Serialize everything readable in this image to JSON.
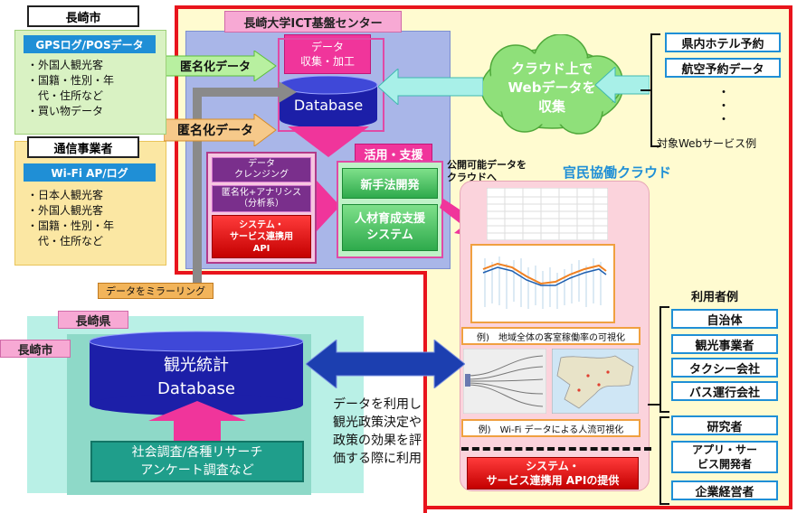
{
  "nagasaki_city_top": {
    "title": "長崎市",
    "header": "GPSログ/POSデータ",
    "items": [
      "・外国人観光客",
      "・国籍・性別・年",
      "　代・住所など",
      "・買い物データ"
    ]
  },
  "carrier": {
    "title": "通信事業者",
    "header": "Wi-Fi AP/ログ",
    "items": [
      "・日本人観光客",
      "・外国人観光客",
      "・国籍・性別・年",
      "　代・住所など"
    ]
  },
  "ict_center": {
    "title": "長崎大学ICT基盤センター",
    "collect": [
      "データ",
      "収集・加工"
    ],
    "database": "Database",
    "utilize": "活用・支援",
    "cleansing": [
      "データ",
      "クレンジング"
    ],
    "anon_analysis": [
      "匿名化+アナリシス",
      "（分析系）"
    ],
    "system_api": [
      "システム・",
      "サービス連携用",
      "API"
    ],
    "new_method": "新手法開発",
    "hr_support": [
      "人材育成支援",
      "システム"
    ]
  },
  "arrows": {
    "anon1": "匿名化データ",
    "anon2": "匿名化データ",
    "mirroring": "データをミラーリング",
    "public_data": [
      "公開可能データを",
      "クラウドへ"
    ]
  },
  "cloud": {
    "text": [
      "クラウド上で",
      "Webデータを",
      "収集"
    ]
  },
  "web_services": {
    "items": [
      "県内ホテル予約",
      "航空予約データ"
    ],
    "dots": [
      "・",
      "・",
      "・"
    ],
    "caption": "対象Webサービス例"
  },
  "public_private": {
    "title": "官民協働クラウド",
    "example1": "例)　地域全体の客室稼働率の可視化",
    "example2": "例)　Wi-Fi データによる人流可視化",
    "provide": [
      "システム・",
      "サービス連携用 APIの提供"
    ]
  },
  "users": {
    "title": "利用者例",
    "group1": [
      "自治体",
      "観光事業者",
      "タクシー会社",
      "バス運行会社"
    ],
    "group2": [
      "研究者",
      "アプリ・サー",
      "ビス開発者",
      "企業経営者"
    ]
  },
  "nagasaki_pref": {
    "pref_label": "長崎県",
    "city_label": "長崎市",
    "db_title": "観光統計",
    "db_sub": "Database",
    "survey": [
      "社会調査/各種リサーチ",
      "アンケート調査など"
    ]
  },
  "usage_text": [
    "データを利用し",
    "観光政策決定や",
    "政策の効果を評",
    "価する際に利用"
  ],
  "colors": {
    "red_frame": "#e8141c",
    "blue_panel": "#a9b6e8",
    "pink": "#f0359b",
    "cloud_green": "#8fe07a",
    "teal": "#1f9e8b",
    "navy": "#1c1fa8"
  }
}
